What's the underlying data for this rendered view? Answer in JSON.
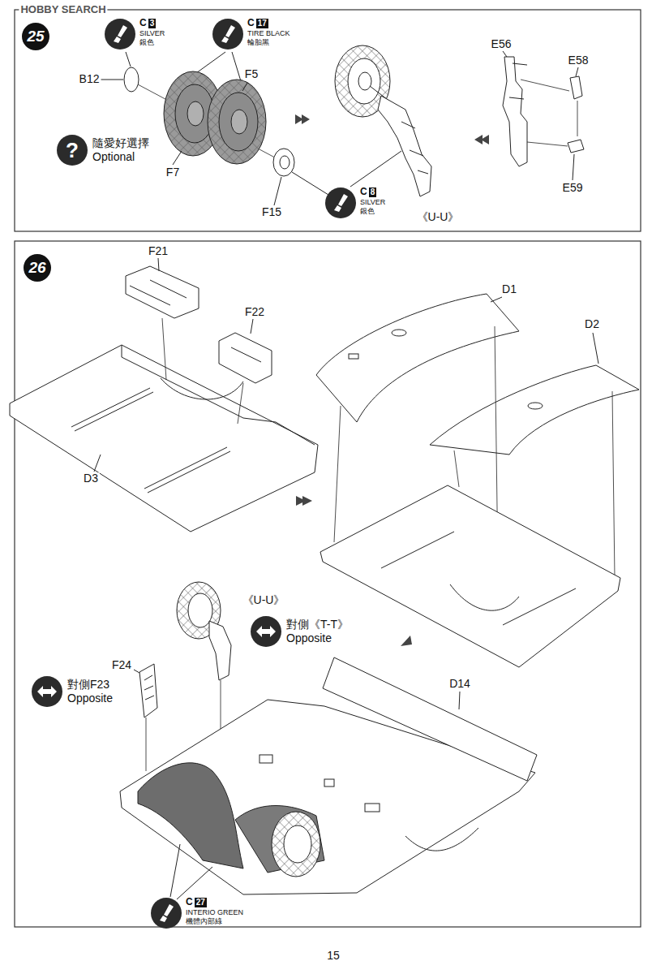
{
  "diagram": {
    "nodes": [
      {
        "text": [
          "25"
        ]
      },
      {
        "text": [
          "C",
          "3",
          "SILVER",
          "銀色"
        ]
      },
      {
        "text": [
          "C",
          "17",
          "TIRE BLACK",
          "輪胎黑"
        ]
      },
      {
        "text": [
          "?",
          "隨愛好選擇",
          "Optional"
        ]
      },
      {
        "text": [
          "C",
          "8",
          "SILVER",
          "銀色"
        ]
      },
      {
        "text": [
          "26"
        ]
      },
      {
        "text": [
          "對側《T-T》",
          "Opposite"
        ]
      },
      {
        "text": [
          "對側F23",
          "Opposite"
        ]
      },
      {
        "text": [
          "C",
          "27",
          "INTERIO GREEN",
          "機體內部綠"
        ]
      }
    ],
    "labels": [
      "HOBBY SEARCH",
      "B12",
      "F5",
      "F7",
      "F15",
      "《U-U》",
      "E56",
      "E58",
      "E59",
      "F21",
      "F22",
      "D1",
      "D2",
      "D3",
      "《U-U》",
      "F24",
      "D14",
      "15"
    ]
  }
}
